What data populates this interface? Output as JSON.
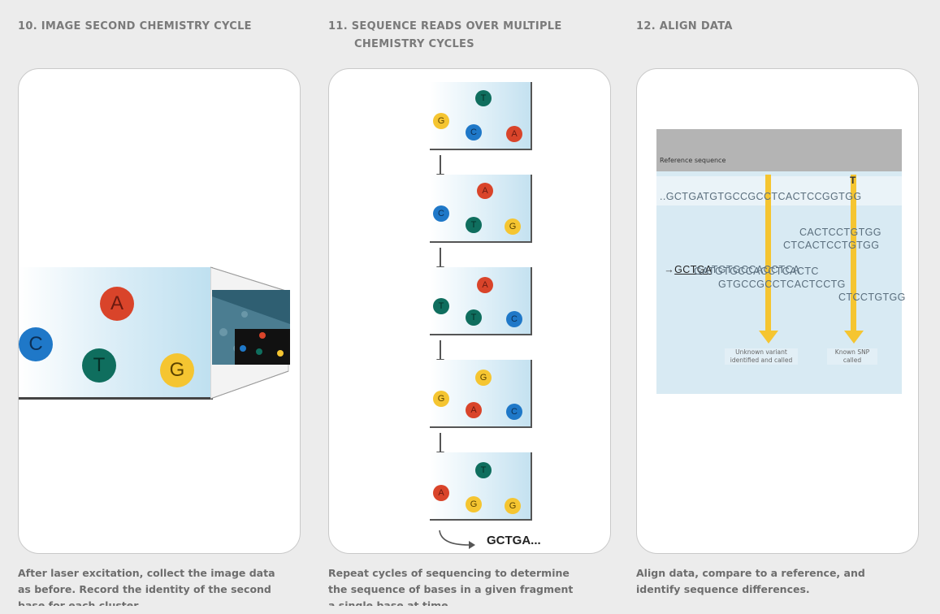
{
  "steps": [
    {
      "title": "10. IMAGE SECOND CHEMISTRY CYCLE",
      "caption_lines": [
        "After laser excitation, collect the image data",
        "as before. Record the identity of the second",
        "base for each cluster."
      ]
    },
    {
      "title_line1": "11. SEQUENCE READS OVER MULTIPLE",
      "title_line2": "CHEMISTRY CYCLES",
      "caption_lines": [
        "Repeat cycles of sequencing to determine",
        "the sequence of bases in a given fragment",
        "a single base at time."
      ]
    },
    {
      "title": "12. ALIGN DATA",
      "caption_lines": [
        "Align data, compare to a reference, and",
        "identify sequence differences."
      ]
    }
  ],
  "panel10": {
    "bases": [
      "A",
      "C",
      "T",
      "G"
    ]
  },
  "panel11": {
    "tiles": [
      [
        "T",
        "G",
        "C",
        "A"
      ],
      [
        "A",
        "C",
        "T",
        "G"
      ],
      [
        "A",
        "T",
        "T",
        "C"
      ],
      [
        "G",
        "G",
        "A",
        "C"
      ],
      [
        "T",
        "A",
        "G",
        "G"
      ]
    ],
    "read_result": "GCTGA..."
  },
  "panel12": {
    "reference_label": "Reference sequence",
    "snp_marker": "T",
    "reference_seq": "..GCTGATGTGCCGCCTCACTCCGGTGG",
    "reads": [
      "CACTCCTGTGG",
      "CTCACTCCTGTGG",
      "GCTGATGTGCCACCTCA",
      "GATGTGCCACCTCACTC",
      "GTGCCGCCTCACTCCTG",
      "CTCCTGTGG"
    ],
    "highlight_read_prefix": "GCTGA",
    "unknown_variant_label": "Unknown variant identified and called",
    "known_snp_label": "Known SNP called"
  },
  "colors": {
    "A": "#d9442a",
    "C": "#1f78c8",
    "T": "#0f6e5e",
    "G": "#f5c531",
    "highlight": "#f5c531"
  }
}
